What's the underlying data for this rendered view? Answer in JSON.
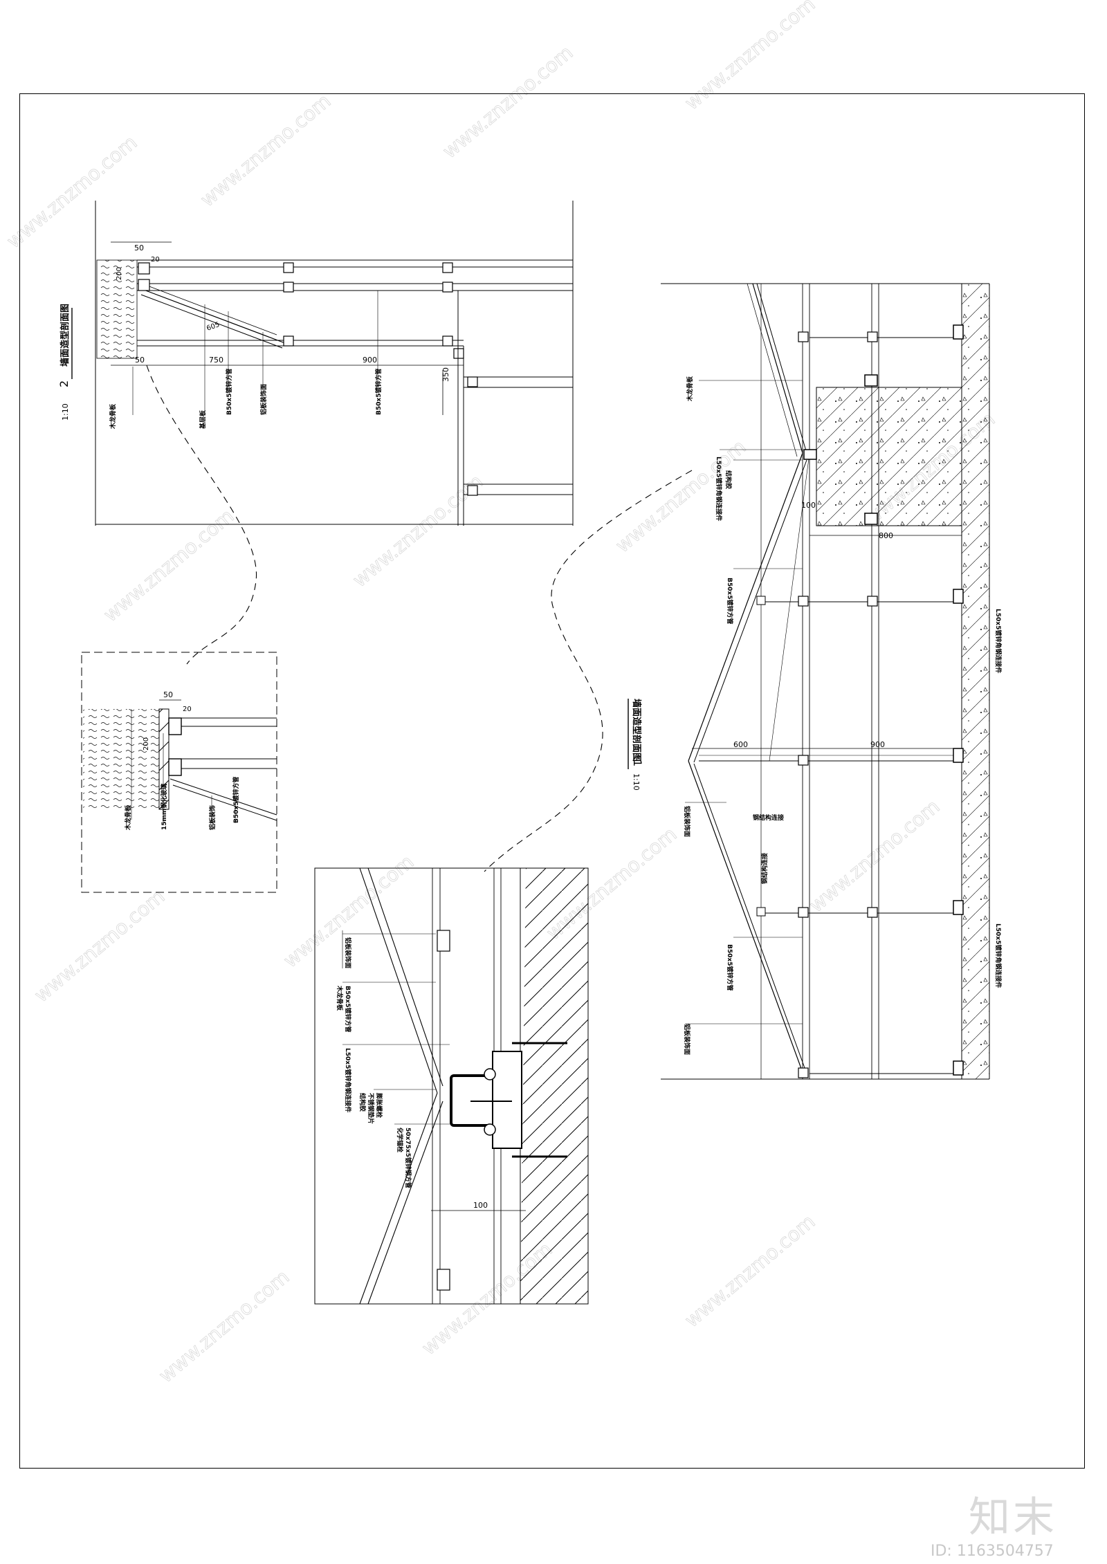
{
  "watermark": {
    "site": "www.znzmo.com",
    "logo_text": "知末",
    "id_text": "ID: 1163504757"
  },
  "section1": {
    "title": "墙面造型剖面图",
    "number": "1",
    "scale": "1:10",
    "dims": [
      "100",
      "800",
      "600",
      "900"
    ],
    "labels": {
      "wood_base": "木龙骨板",
      "l50_left": "L50x5镀锌角钢连接件",
      "sealant": "结构胶",
      "b50_upper": "B50x5镀锌方管",
      "b50_lower": "B50x5镀锌方管",
      "panel": "铝板装饰面",
      "l50_right_upper": "L50x5镀锌角钢连接件",
      "l50_right_lower": "L50x5镀锌角钢连接件",
      "center_1": "钢结构连接",
      "center_2": "钢结构连接"
    }
  },
  "section2": {
    "title": "墙面造型剖面图",
    "number": "2",
    "scale": "1:10",
    "dims": [
      "50",
      "20",
      "200",
      "50",
      "750",
      "900",
      "350",
      "605"
    ],
    "labels": {
      "wood": "木龙骨板",
      "base": "基层板",
      "b50": "B50x5镀锌方管",
      "panel": "铝板装饰面",
      "b50_2": "B50x5镀锌方管"
    }
  },
  "detail_a": {
    "dims": [
      "50",
      "20",
      "200"
    ],
    "labels": {
      "wood": "木龙骨板",
      "glass": "15mm钢化玻璃",
      "panel": "铝板装饰",
      "b50": "B50x5镀锌方管"
    }
  },
  "detail_b": {
    "dims": [
      "100"
    ],
    "labels": {
      "panel": "铝板装饰面",
      "b50": "B50x5镀锌方管",
      "wood": "木龙骨板",
      "l50": "L50x5镀锌角钢连接件",
      "bolt": "膨胀螺栓",
      "gasket": "不锈钢垫片",
      "glue": "结构胶",
      "anchor": "化学锚栓",
      "channel": "50x75x5镀锌钢方管"
    }
  }
}
